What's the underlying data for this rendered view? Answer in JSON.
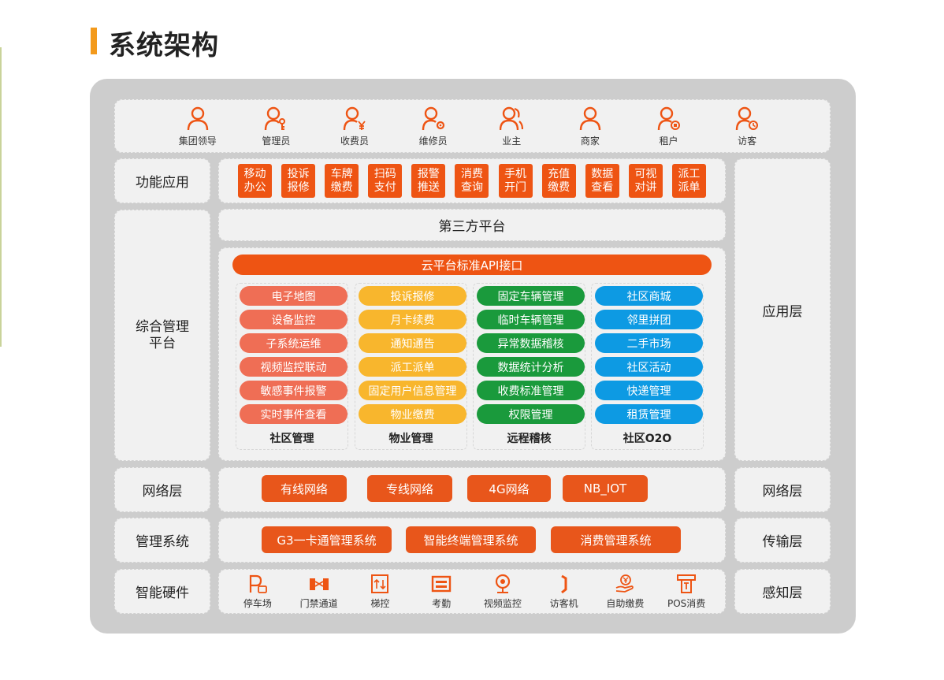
{
  "title": "系统架构",
  "colors": {
    "accent": "#ee5413",
    "title_bar": "#f39a1c",
    "community": "#ef6e55",
    "property": "#f8b62d",
    "remote": "#1a9a3c",
    "o2o": "#0d9ae3"
  },
  "roles": [
    {
      "label": "集团领导",
      "icon": "person-icon"
    },
    {
      "label": "管理员",
      "icon": "person-key-icon"
    },
    {
      "label": "收费员",
      "icon": "person-yen-icon"
    },
    {
      "label": "维修员",
      "icon": "person-gear-icon"
    },
    {
      "label": "业主",
      "icon": "people-icon"
    },
    {
      "label": "商家",
      "icon": "person-icon"
    },
    {
      "label": "租户",
      "icon": "person-badge-icon"
    },
    {
      "label": "访客",
      "icon": "person-clock-icon"
    }
  ],
  "left_labels": {
    "function_app": "功能应用",
    "integrated_mgmt": "综合管理\n平台",
    "network": "网络层",
    "mgmt_system": "管理系统",
    "hardware": "智能硬件"
  },
  "right_labels": {
    "application": "应用层",
    "network": "网络层",
    "transport": "传输层",
    "perception": "感知层"
  },
  "functions": [
    "移动\n办公",
    "投诉\n报修",
    "车牌\n缴费",
    "扫码\n支付",
    "报警\n推送",
    "消费\n查询",
    "手机\n开门",
    "充值\n缴费",
    "数据\n查看",
    "可视\n对讲",
    "派工\n派单"
  ],
  "third_party": "第三方平台",
  "api": "云平台标准API接口",
  "columns": [
    {
      "title": "社区管理",
      "items": [
        "电子地图",
        "设备监控",
        "子系统运维",
        "视频监控联动",
        "敏感事件报警",
        "实时事件查看"
      ]
    },
    {
      "title": "物业管理",
      "items": [
        "投诉报修",
        "月卡续费",
        "通知通告",
        "派工派单",
        "固定用户信息管理",
        "物业缴费"
      ]
    },
    {
      "title": "远程稽核",
      "items": [
        "固定车辆管理",
        "临时车辆管理",
        "异常数据稽核",
        "数据统计分析",
        "收费标准管理",
        "权限管理"
      ]
    },
    {
      "title": "社区O2O",
      "items": [
        "社区商城",
        "邻里拼团",
        "二手市场",
        "社区活动",
        "快递管理",
        "租赁管理"
      ]
    }
  ],
  "networks": [
    "有线网络",
    "专线网络",
    "4G网络",
    "NB_IOT"
  ],
  "systems": [
    "G3一卡通管理系统",
    "智能终端管理系统",
    "消费管理系统"
  ],
  "hardware": [
    {
      "label": "停车场",
      "icon": "parking-icon"
    },
    {
      "label": "门禁通道",
      "icon": "gate-icon"
    },
    {
      "label": "梯控",
      "icon": "elevator-icon"
    },
    {
      "label": "考勤",
      "icon": "attendance-icon"
    },
    {
      "label": "视频监控",
      "icon": "camera-icon"
    },
    {
      "label": "访客机",
      "icon": "visitor-terminal-icon"
    },
    {
      "label": "自助缴费",
      "icon": "self-pay-icon"
    },
    {
      "label": "POS消费",
      "icon": "pos-icon"
    }
  ]
}
